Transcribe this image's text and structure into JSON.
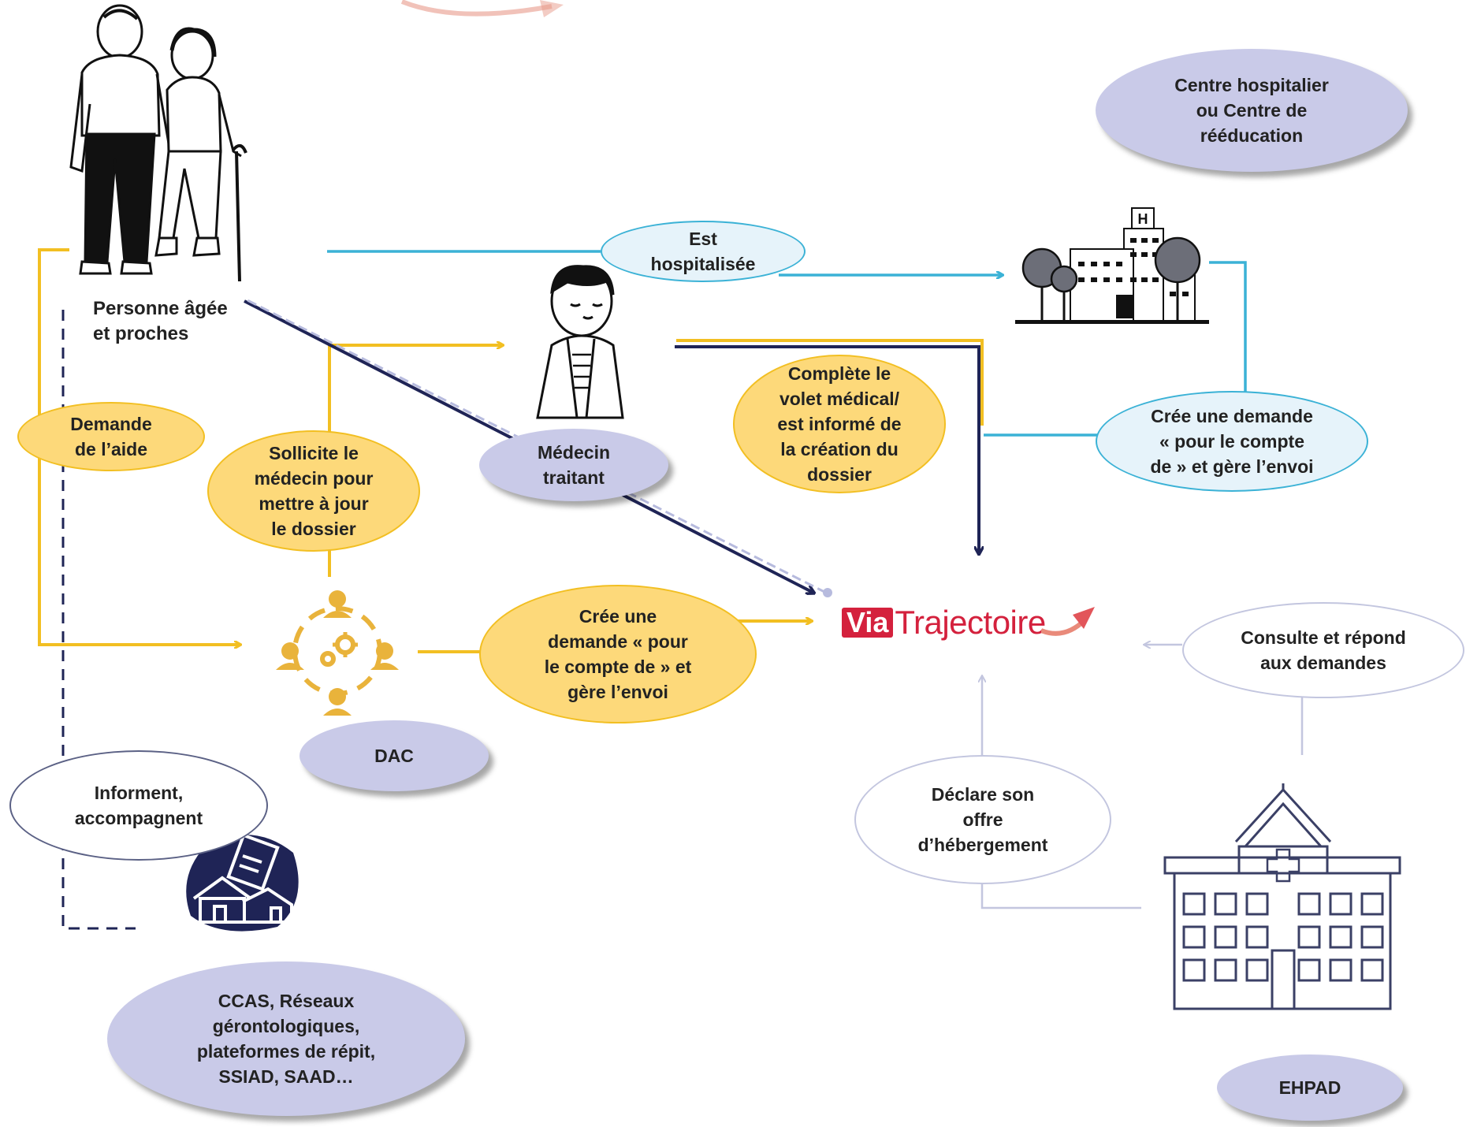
{
  "actors": {
    "seniors": "Personne âgée\net proches",
    "hospital": "Centre hospitalier\nou Centre de\nrééducation",
    "doctor": "Médecin\ntraitant",
    "dac": "DAC",
    "ccas": "CCAS, Réseaux\ngérontologiques,\nplateformes de répit,\nSSIAD, SAAD…",
    "ehpad": "EHPAD"
  },
  "actions": {
    "demande_aide": "Demande\nde l’aide",
    "est_hospitalisee": "Est\nhospitalisée",
    "sollicite": "Sollicite le\nmédecin pour\nmettre à jour\nle dossier",
    "complete": "Complète le\nvolet médical/\nest informé de\nla création du\ndossier",
    "cree_hopital": "Crée une demande\n« pour le compte\nde » et gère l’envoi",
    "cree_dac": "Crée une\ndemande « pour\nle compte de » et\ngère l’envoi",
    "consulte": "Consulte et répond\naux demandes",
    "declare": "Déclare son\noffre\nd’hébergement",
    "informent": "Informent,\naccompagnent"
  },
  "logo": {
    "prefix": "Via",
    "suffix": "Trajectoire"
  },
  "colors": {
    "yellow": "#f2bf22",
    "blue": "#3bb2d6",
    "navy": "#1f2456",
    "lavender": "#c9cae8",
    "lavender_line": "#c3c6df",
    "logo_red": "#d4213d"
  },
  "icons": [
    "elderly-couple-icon",
    "hospital-building-icon",
    "doctor-icon",
    "dac-team-icon",
    "home-clipboard-icon",
    "ehpad-building-icon",
    "arrow-swoosh-icon"
  ]
}
